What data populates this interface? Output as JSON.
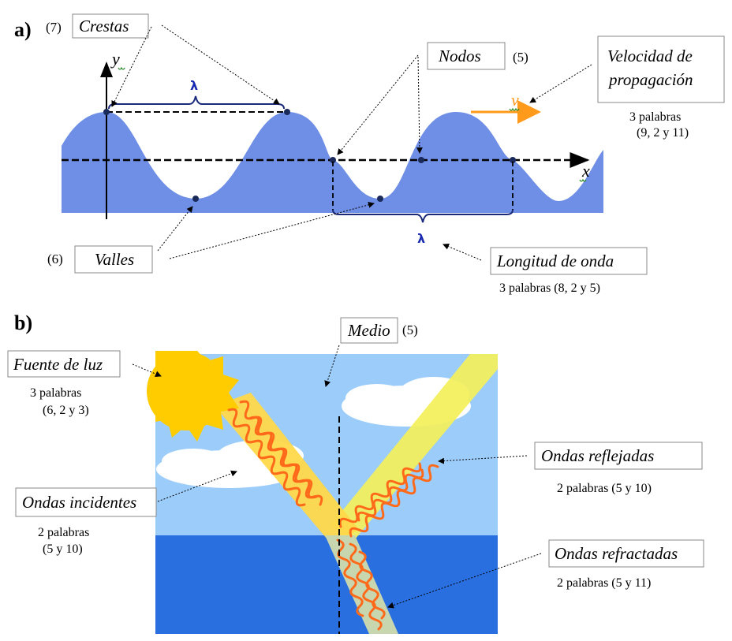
{
  "part_a": "a)",
  "part_b": "b)",
  "wave": {
    "crestas": {
      "label": "Crestas",
      "count": "(7)"
    },
    "nodos": {
      "label": "Nodos",
      "count": "(5)"
    },
    "velocidad": {
      "label_line1": "Velocidad de",
      "label_line2": "propagación",
      "hint_line1": "3 palabras",
      "hint_line2": "(9, 2 y 11)"
    },
    "valles": {
      "label": "Valles",
      "count": "(6)"
    },
    "longitud": {
      "label": "Longitud de onda",
      "hint": "3 palabras (8, 2 y 5)"
    },
    "lambda": "λ",
    "axis_y": "y",
    "axis_x": "x",
    "v_symbol": "v"
  },
  "light": {
    "medio": {
      "label": "Medio",
      "count": "(5)"
    },
    "fuente": {
      "label": "Fuente de luz",
      "hint_line1": "3 palabras",
      "hint_line2": "(6, 2  y 3)"
    },
    "reflejadas": {
      "label": "Ondas reflejadas",
      "hint": "2 palabras (5  y  10)"
    },
    "incidentes": {
      "label": "Ondas incidentes",
      "hint_line1": "2 palabras",
      "hint_line2": "(5  y 10)"
    },
    "refractadas": {
      "label": "Ondas refractadas",
      "hint": "2 palabras (5  y  11)"
    }
  },
  "colors": {
    "wave_fill": "#6f8fe6",
    "wave_line": "#1a2a7a",
    "sky": "#9ccdfa",
    "water": "#2a6fe0",
    "sun": "#ffcc00",
    "wavy": "#ff6a1a",
    "velocity_arrow": "#ff9a1a"
  }
}
